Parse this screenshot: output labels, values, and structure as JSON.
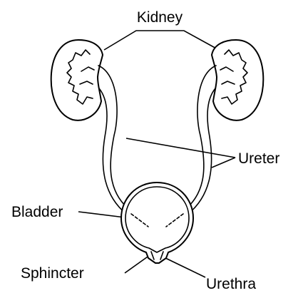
{
  "labels": {
    "kidney": "Kidney",
    "ureter": "Ureter",
    "bladder": "Bladder",
    "sphincter": "Sphincter",
    "urethra": "Urethra"
  }
}
